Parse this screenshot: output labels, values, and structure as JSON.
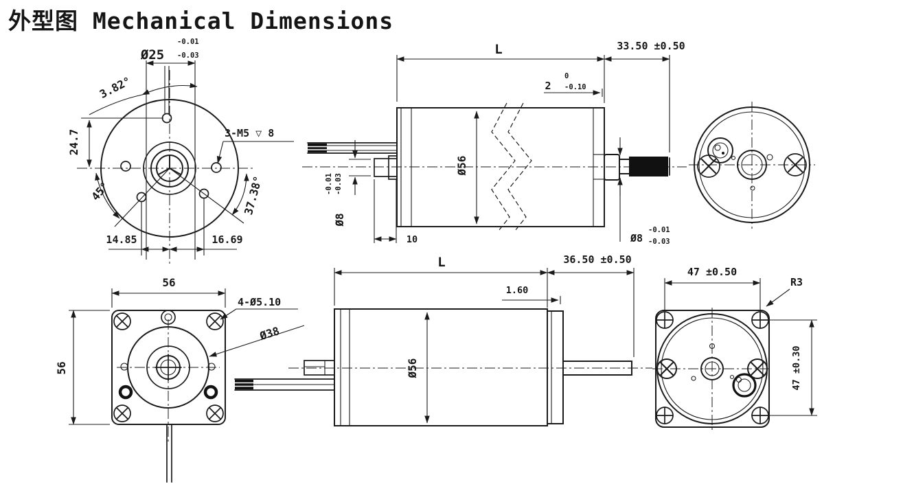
{
  "title": "外型图 Mechanical Dimensions",
  "colors": {
    "ink": "#1a1a1a",
    "background": "#ffffff"
  },
  "front_view": {
    "boss_dia": "Ø25",
    "boss_tol_hi": "-0.01",
    "boss_tol_lo": "-0.03",
    "boss_angle": "3.82°",
    "tap_note": "3-M5 ▽ 8",
    "hole_height": "24.7",
    "angle_left": "45°",
    "angle_right": "37.38°",
    "hole_offset_left": "14.85",
    "hole_offset_right": "16.69"
  },
  "top_side_view": {
    "length": "L",
    "shaft_extension": "33.50 ±0.50",
    "step": "2",
    "step_tol_hi": "0",
    "step_tol_lo": "-0.10",
    "body_dia": "Ø56",
    "rear_shaft_dia": "Ø8",
    "rear_tol_hi": "-0.01",
    "rear_tol_lo": "-0.03",
    "rear_stub_length": "10",
    "front_shaft_dia": "Ø8",
    "front_tol_hi": "-0.01",
    "front_tol_lo": "-0.03"
  },
  "flange_view": {
    "width": "56",
    "height": "56",
    "holes_note": "4-Ø5.10",
    "pilot_dia": "Ø38"
  },
  "bottom_side_view": {
    "length": "L",
    "shaft_extension": "36.50 ±0.50",
    "step": "1.60",
    "body_dia": "Ø56"
  },
  "rear_flange_view": {
    "width": "47 ±0.50",
    "corner_radius": "R3",
    "height": "47 ±0.30"
  }
}
